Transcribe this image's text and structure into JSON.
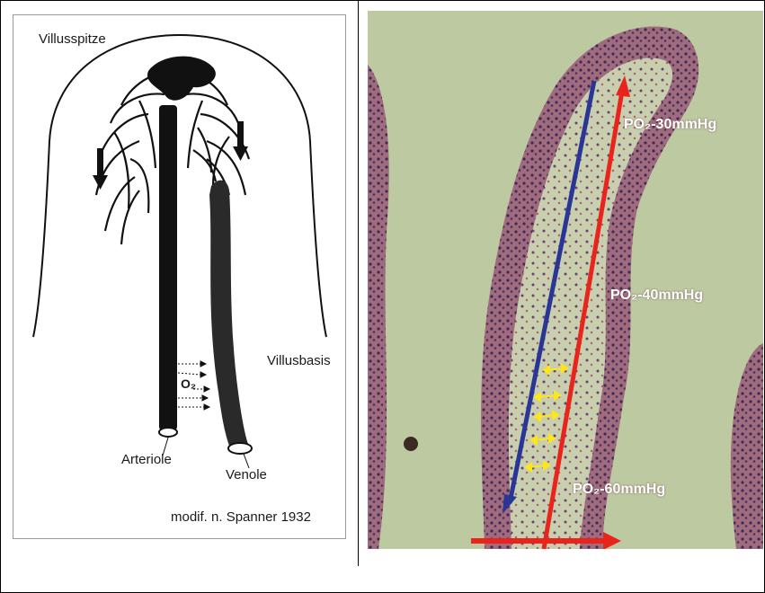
{
  "left_diagram": {
    "villus_tip_label": "Villusspitze",
    "villus_base_label": "Villusbasis",
    "o2_label": "O₂",
    "arteriole_label": "Arteriole",
    "venule_label": "Venole",
    "source_label": "modif. n. Spanner 1932"
  },
  "right_micrograph": {
    "po2_tip": "PO₂-30mmHg",
    "po2_mid": "PO₂-40mmHg",
    "po2_base": "PO₂-60mmHg",
    "colors": {
      "background": "#bcc9a1",
      "tissue": "#8e5d6e",
      "artery_arrow": "#e8241c",
      "vein_arrow": "#2a3696",
      "diffusion_arrows": "#ffe61a"
    }
  }
}
